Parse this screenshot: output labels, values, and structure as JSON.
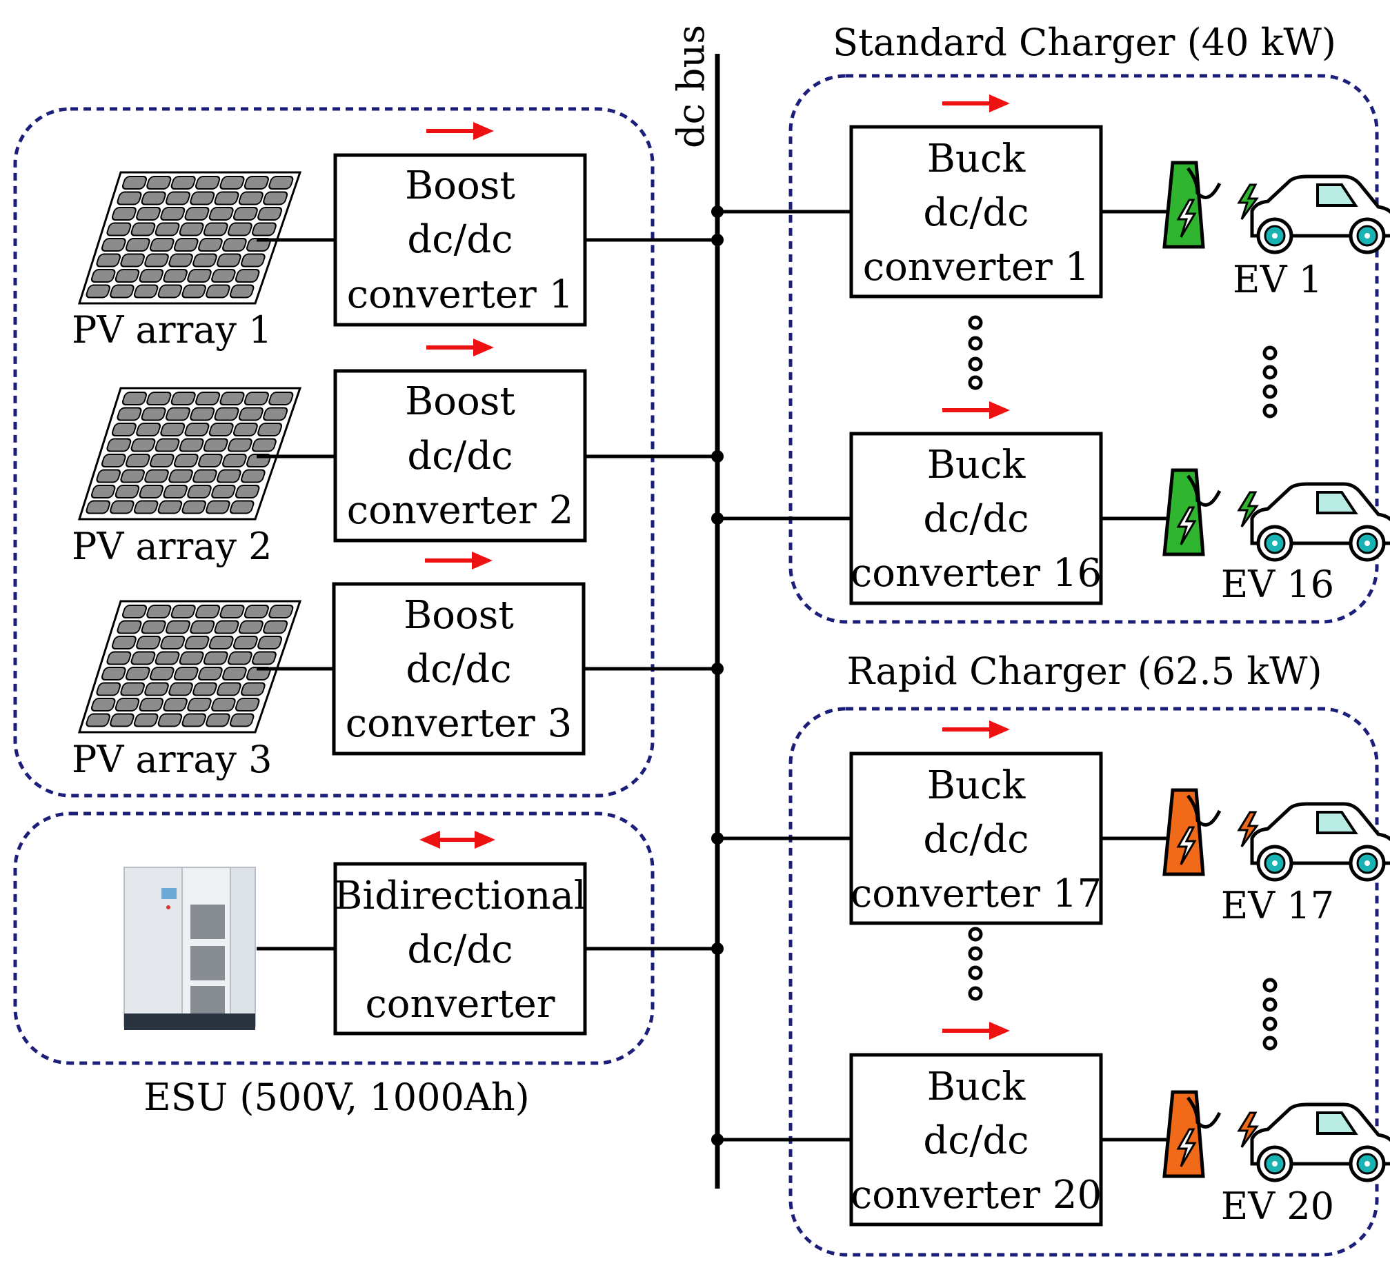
{
  "bus_label": "dc bus",
  "pv_group": {
    "converters": [
      {
        "line1": "Boost",
        "line2": "dc/dc",
        "line3": "converter 1",
        "source": "PV array 1"
      },
      {
        "line1": "Boost",
        "line2": "dc/dc",
        "line3": "converter 2",
        "source": "PV array 2"
      },
      {
        "line1": "Boost",
        "line2": "dc/dc",
        "line3": "converter 3",
        "source": "PV array 3"
      }
    ]
  },
  "esu_group": {
    "title": "ESU (500V, 1000Ah)",
    "converter": {
      "line1": "Bidirectional",
      "line2": "dc/dc",
      "line3": "converter"
    }
  },
  "standard_group": {
    "title": "Standard Charger (40 kW)",
    "accent": "#2fb52f",
    "converters": [
      {
        "line1": "Buck",
        "line2": "dc/dc",
        "line3": "converter 1",
        "ev": "EV 1"
      },
      {
        "line1": "Buck",
        "line2": "dc/dc",
        "line3": "converter 16",
        "ev": "EV 16"
      }
    ]
  },
  "rapid_group": {
    "title": "Rapid Charger (62.5 kW)",
    "accent": "#f06a1a",
    "converters": [
      {
        "line1": "Buck",
        "line2": "dc/dc",
        "line3": "converter 17",
        "ev": "EV 17"
      },
      {
        "line1": "Buck",
        "line2": "dc/dc",
        "line3": "converter 20",
        "ev": "EV 20"
      }
    ]
  },
  "colors": {
    "group_border": "#1b1f7a",
    "power_arrow": "#ee1111",
    "ev_wheel": "#19b3b3",
    "ev_window": "#b9ece2"
  }
}
